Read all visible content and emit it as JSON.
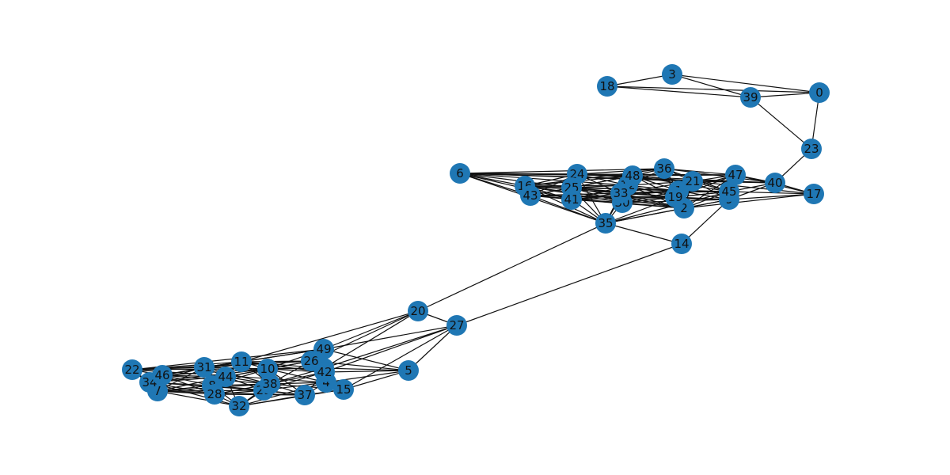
{
  "graph": {
    "node_color": "#1f77b4",
    "edge_color": "#111111",
    "label_color": "#111111",
    "nodes": [
      "0",
      "1",
      "2",
      "3",
      "4",
      "5",
      "6",
      "7",
      "8",
      "9",
      "10",
      "11",
      "12",
      "13",
      "14",
      "15",
      "16",
      "17",
      "18",
      "19",
      "20",
      "21",
      "22",
      "23",
      "24",
      "25",
      "26",
      "27",
      "28",
      "29",
      "30",
      "31",
      "32",
      "33",
      "34",
      "35",
      "36",
      "37",
      "38",
      "39",
      "40",
      "41",
      "42",
      "43",
      "44",
      "45",
      "46",
      "47",
      "48",
      "49"
    ],
    "edges": [
      [
        "18",
        "3"
      ],
      [
        "18",
        "39"
      ],
      [
        "18",
        "0"
      ],
      [
        "3",
        "39"
      ],
      [
        "3",
        "0"
      ],
      [
        "39",
        "0"
      ],
      [
        "39",
        "23"
      ],
      [
        "0",
        "23"
      ],
      [
        "23",
        "40"
      ],
      [
        "6",
        "24"
      ],
      [
        "6",
        "16"
      ],
      [
        "6",
        "43"
      ],
      [
        "6",
        "25"
      ],
      [
        "6",
        "41"
      ],
      [
        "6",
        "35"
      ],
      [
        "6",
        "48"
      ],
      [
        "6",
        "36"
      ],
      [
        "6",
        "47"
      ],
      [
        "6",
        "40"
      ],
      [
        "6",
        "12"
      ],
      [
        "6",
        "21"
      ],
      [
        "16",
        "24"
      ],
      [
        "16",
        "43"
      ],
      [
        "16",
        "25"
      ],
      [
        "16",
        "41"
      ],
      [
        "16",
        "35"
      ],
      [
        "16",
        "48"
      ],
      [
        "16",
        "33"
      ],
      [
        "16",
        "30"
      ],
      [
        "16",
        "12"
      ],
      [
        "16",
        "2"
      ],
      [
        "16",
        "36"
      ],
      [
        "16",
        "45"
      ],
      [
        "43",
        "24"
      ],
      [
        "43",
        "25"
      ],
      [
        "43",
        "41"
      ],
      [
        "43",
        "35"
      ],
      [
        "43",
        "33"
      ],
      [
        "43",
        "30"
      ],
      [
        "43",
        "48"
      ],
      [
        "43",
        "2"
      ],
      [
        "43",
        "9"
      ],
      [
        "43",
        "19"
      ],
      [
        "24",
        "25"
      ],
      [
        "24",
        "41"
      ],
      [
        "24",
        "48"
      ],
      [
        "24",
        "12"
      ],
      [
        "24",
        "33"
      ],
      [
        "24",
        "36"
      ],
      [
        "24",
        "21"
      ],
      [
        "24",
        "47"
      ],
      [
        "24",
        "40"
      ],
      [
        "25",
        "41"
      ],
      [
        "25",
        "48"
      ],
      [
        "25",
        "12"
      ],
      [
        "25",
        "33"
      ],
      [
        "25",
        "30"
      ],
      [
        "25",
        "35"
      ],
      [
        "25",
        "1"
      ],
      [
        "25",
        "19"
      ],
      [
        "25",
        "2"
      ],
      [
        "41",
        "33"
      ],
      [
        "41",
        "30"
      ],
      [
        "41",
        "35"
      ],
      [
        "41",
        "12"
      ],
      [
        "41",
        "19"
      ],
      [
        "41",
        "2"
      ],
      [
        "41",
        "1"
      ],
      [
        "48",
        "12"
      ],
      [
        "48",
        "33"
      ],
      [
        "48",
        "30"
      ],
      [
        "48",
        "36"
      ],
      [
        "48",
        "21"
      ],
      [
        "48",
        "1"
      ],
      [
        "48",
        "19"
      ],
      [
        "48",
        "47"
      ],
      [
        "48",
        "45"
      ],
      [
        "12",
        "33"
      ],
      [
        "12",
        "30"
      ],
      [
        "12",
        "36"
      ],
      [
        "12",
        "1"
      ],
      [
        "12",
        "21"
      ],
      [
        "12",
        "19"
      ],
      [
        "12",
        "2"
      ],
      [
        "33",
        "30"
      ],
      [
        "33",
        "35"
      ],
      [
        "33",
        "1"
      ],
      [
        "33",
        "19"
      ],
      [
        "33",
        "2"
      ],
      [
        "33",
        "21"
      ],
      [
        "33",
        "45"
      ],
      [
        "30",
        "35"
      ],
      [
        "30",
        "1"
      ],
      [
        "30",
        "19"
      ],
      [
        "30",
        "2"
      ],
      [
        "30",
        "9"
      ],
      [
        "30",
        "45"
      ],
      [
        "36",
        "21"
      ],
      [
        "36",
        "1"
      ],
      [
        "36",
        "47"
      ],
      [
        "36",
        "45"
      ],
      [
        "36",
        "40"
      ],
      [
        "36",
        "19"
      ],
      [
        "21",
        "1"
      ],
      [
        "21",
        "19"
      ],
      [
        "21",
        "47"
      ],
      [
        "21",
        "45"
      ],
      [
        "21",
        "9"
      ],
      [
        "21",
        "40"
      ],
      [
        "21",
        "17"
      ],
      [
        "21",
        "2"
      ],
      [
        "1",
        "19"
      ],
      [
        "1",
        "2"
      ],
      [
        "1",
        "45"
      ],
      [
        "1",
        "9"
      ],
      [
        "1",
        "47"
      ],
      [
        "19",
        "2"
      ],
      [
        "19",
        "45"
      ],
      [
        "19",
        "9"
      ],
      [
        "19",
        "47"
      ],
      [
        "2",
        "9"
      ],
      [
        "2",
        "45"
      ],
      [
        "2",
        "47"
      ],
      [
        "2",
        "17"
      ],
      [
        "47",
        "45"
      ],
      [
        "47",
        "9"
      ],
      [
        "47",
        "40"
      ],
      [
        "47",
        "17"
      ],
      [
        "45",
        "9"
      ],
      [
        "45",
        "40"
      ],
      [
        "45",
        "17"
      ],
      [
        "9",
        "40"
      ],
      [
        "9",
        "17"
      ],
      [
        "9",
        "14"
      ],
      [
        "40",
        "17"
      ],
      [
        "35",
        "2"
      ],
      [
        "35",
        "19"
      ],
      [
        "35",
        "45"
      ],
      [
        "35",
        "9"
      ],
      [
        "35",
        "24"
      ],
      [
        "35",
        "48"
      ],
      [
        "35",
        "14"
      ],
      [
        "35",
        "20"
      ],
      [
        "14",
        "27"
      ],
      [
        "20",
        "27"
      ],
      [
        "20",
        "49"
      ],
      [
        "20",
        "13"
      ],
      [
        "20",
        "26"
      ],
      [
        "20",
        "11"
      ],
      [
        "27",
        "49"
      ],
      [
        "27",
        "42"
      ],
      [
        "27",
        "5"
      ],
      [
        "27",
        "15"
      ],
      [
        "27",
        "13"
      ],
      [
        "22",
        "46"
      ],
      [
        "22",
        "34"
      ],
      [
        "22",
        "7"
      ],
      [
        "22",
        "31"
      ],
      [
        "22",
        "11"
      ],
      [
        "22",
        "49"
      ],
      [
        "22",
        "26"
      ],
      [
        "22",
        "13"
      ],
      [
        "22",
        "4"
      ],
      [
        "46",
        "34"
      ],
      [
        "46",
        "7"
      ],
      [
        "46",
        "31"
      ],
      [
        "46",
        "8"
      ],
      [
        "46",
        "28"
      ],
      [
        "46",
        "44"
      ],
      [
        "46",
        "10"
      ],
      [
        "46",
        "11"
      ],
      [
        "46",
        "38"
      ],
      [
        "34",
        "7"
      ],
      [
        "34",
        "31"
      ],
      [
        "34",
        "8"
      ],
      [
        "34",
        "28"
      ],
      [
        "34",
        "44"
      ],
      [
        "34",
        "32"
      ],
      [
        "34",
        "29"
      ],
      [
        "34",
        "10"
      ],
      [
        "7",
        "31"
      ],
      [
        "7",
        "8"
      ],
      [
        "7",
        "28"
      ],
      [
        "7",
        "32"
      ],
      [
        "7",
        "44"
      ],
      [
        "7",
        "29"
      ],
      [
        "7",
        "38"
      ],
      [
        "7",
        "37"
      ],
      [
        "31",
        "11"
      ],
      [
        "31",
        "44"
      ],
      [
        "31",
        "8"
      ],
      [
        "31",
        "28"
      ],
      [
        "31",
        "10"
      ],
      [
        "31",
        "38"
      ],
      [
        "31",
        "26"
      ],
      [
        "31",
        "49"
      ],
      [
        "11",
        "10"
      ],
      [
        "11",
        "44"
      ],
      [
        "11",
        "38"
      ],
      [
        "11",
        "26"
      ],
      [
        "11",
        "13"
      ],
      [
        "11",
        "42"
      ],
      [
        "11",
        "49"
      ],
      [
        "44",
        "8"
      ],
      [
        "44",
        "28"
      ],
      [
        "44",
        "10"
      ],
      [
        "44",
        "38"
      ],
      [
        "44",
        "29"
      ],
      [
        "44",
        "32"
      ],
      [
        "44",
        "26"
      ],
      [
        "8",
        "28"
      ],
      [
        "8",
        "32"
      ],
      [
        "8",
        "29"
      ],
      [
        "8",
        "38"
      ],
      [
        "8",
        "10"
      ],
      [
        "8",
        "37"
      ],
      [
        "28",
        "32"
      ],
      [
        "28",
        "29"
      ],
      [
        "28",
        "38"
      ],
      [
        "28",
        "37"
      ],
      [
        "32",
        "29"
      ],
      [
        "32",
        "37"
      ],
      [
        "32",
        "38"
      ],
      [
        "32",
        "4"
      ],
      [
        "32",
        "15"
      ],
      [
        "29",
        "38"
      ],
      [
        "29",
        "37"
      ],
      [
        "29",
        "10"
      ],
      [
        "29",
        "42"
      ],
      [
        "29",
        "4"
      ],
      [
        "10",
        "38"
      ],
      [
        "10",
        "26"
      ],
      [
        "10",
        "13"
      ],
      [
        "10",
        "42"
      ],
      [
        "10",
        "4"
      ],
      [
        "10",
        "37"
      ],
      [
        "38",
        "37"
      ],
      [
        "38",
        "26"
      ],
      [
        "38",
        "13"
      ],
      [
        "38",
        "42"
      ],
      [
        "38",
        "4"
      ],
      [
        "38",
        "15"
      ],
      [
        "37",
        "4"
      ],
      [
        "37",
        "15"
      ],
      [
        "37",
        "42"
      ],
      [
        "26",
        "13"
      ],
      [
        "26",
        "42"
      ],
      [
        "26",
        "4"
      ],
      [
        "26",
        "49"
      ],
      [
        "26",
        "5"
      ],
      [
        "13",
        "42"
      ],
      [
        "13",
        "4"
      ],
      [
        "13",
        "15"
      ],
      [
        "13",
        "49"
      ],
      [
        "13",
        "5"
      ],
      [
        "42",
        "4"
      ],
      [
        "42",
        "15"
      ],
      [
        "42",
        "5"
      ],
      [
        "4",
        "15"
      ],
      [
        "4",
        "5"
      ],
      [
        "15",
        "5"
      ],
      [
        "49",
        "5"
      ],
      [
        "49",
        "42"
      ],
      [
        "49",
        "4"
      ],
      [
        "49",
        "10"
      ]
    ]
  }
}
